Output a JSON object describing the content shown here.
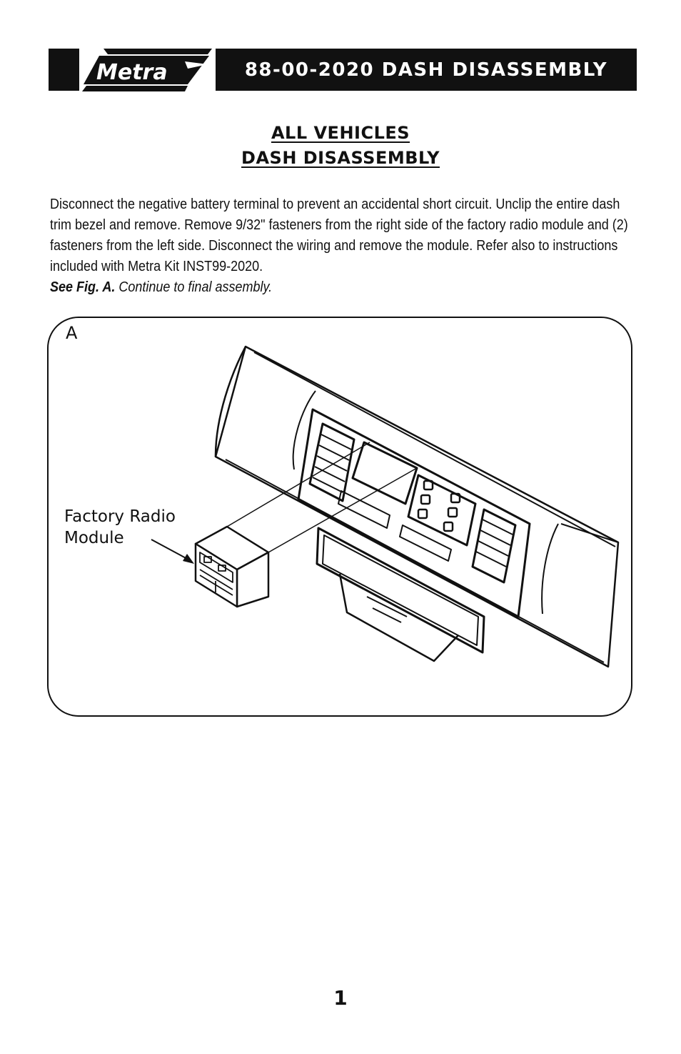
{
  "header": {
    "logo_text": "Metra",
    "title": "88-00-2020 DASH DISASSEMBLY"
  },
  "heading": {
    "line1": "ALL VEHICLES",
    "line2": "DASH DISASSEMBLY"
  },
  "instructions": {
    "body": "Disconnect the negative battery terminal to prevent an accidental short circuit. Unclip the entire dash trim bezel and remove. Remove 9/32\" fasteners from the right side of the factory radio module and (2) fasteners from the left side. Disconnect the wiring and remove the module. Refer also to instructions included with Metra Kit INST99-2020.",
    "fig_ref": "See Fig. A.",
    "fig_cont": "Continue to final assembly."
  },
  "figure": {
    "letter": "A",
    "label_line1": "Factory Radio",
    "label_line2": "Module"
  },
  "page_number": "1"
}
